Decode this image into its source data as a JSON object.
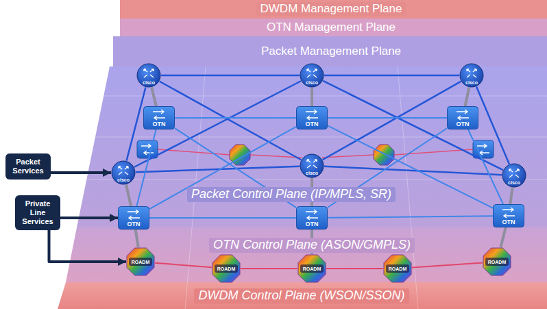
{
  "diagram": {
    "nodes": [
      {
        "text": [
          "DWDM Management Plane"
        ]
      },
      {
        "text": [
          "OTN Management Plane"
        ]
      },
      {
        "text": [
          "Packet Management Plane"
        ]
      },
      {
        "text": [
          "Packet Control Plane (IP/MPLS, SR)"
        ]
      },
      {
        "text": [
          "OTN Control Plane (ASON/GMPLS)"
        ]
      },
      {
        "text": [
          "DWDM Control Plane (WSON/SSON)"
        ]
      },
      {
        "text": [
          "Packet Services"
        ]
      },
      {
        "text": [
          "Private Line Services"
        ]
      },
      {
        "text": [
          "cisco"
        ]
      },
      {
        "text": [
          "cisco"
        ]
      },
      {
        "text": [
          "cisco"
        ]
      },
      {
        "text": [
          "cisco"
        ]
      },
      {
        "text": [
          "cisco"
        ]
      },
      {
        "text": [
          "cisco"
        ]
      },
      {
        "text": [
          "OTN"
        ]
      },
      {
        "text": [
          "OTN"
        ]
      },
      {
        "text": [
          "OTN"
        ]
      },
      {
        "text": [
          "OTN"
        ]
      },
      {
        "text": [
          "OTN"
        ]
      },
      {
        "text": [
          "OTN"
        ]
      },
      {
        "text": [
          "ROADM"
        ]
      },
      {
        "text": [
          "ROADM"
        ]
      },
      {
        "text": [
          "ROADM"
        ]
      },
      {
        "text": [
          "ROADM"
        ]
      },
      {
        "text": [
          "ROADM"
        ]
      }
    ],
    "edges": [
      {
        "from": 6,
        "to": 11,
        "arrow": "to"
      },
      {
        "from": 7,
        "to": 17,
        "arrow": "to"
      },
      {
        "from": 7,
        "to": 20,
        "arrow": "to"
      },
      {
        "from": 8,
        "to": 9,
        "arrow": "none"
      },
      {
        "from": 9,
        "to": 10,
        "arrow": "none"
      },
      {
        "from": 11,
        "to": 12,
        "arrow": "none"
      },
      {
        "from": 12,
        "to": 13,
        "arrow": "none"
      },
      {
        "from": 8,
        "to": 11,
        "arrow": "none"
      },
      {
        "from": 10,
        "to": 13,
        "arrow": "none"
      },
      {
        "from": 8,
        "to": 12,
        "arrow": "none"
      },
      {
        "from": 9,
        "to": 11,
        "arrow": "none"
      },
      {
        "from": 9,
        "to": 13,
        "arrow": "none"
      },
      {
        "from": 10,
        "to": 12,
        "arrow": "none"
      },
      {
        "from": 8,
        "to": 14,
        "arrow": "none"
      },
      {
        "from": 9,
        "to": 15,
        "arrow": "none"
      },
      {
        "from": 10,
        "to": 16,
        "arrow": "none"
      },
      {
        "from": 11,
        "to": 17,
        "arrow": "none"
      },
      {
        "from": 12,
        "to": 18,
        "arrow": "none"
      },
      {
        "from": 13,
        "to": 19,
        "arrow": "none"
      },
      {
        "from": 17,
        "to": 20,
        "arrow": "none"
      },
      {
        "from": 18,
        "to": 22,
        "arrow": "none"
      },
      {
        "from": 19,
        "to": 24,
        "arrow": "none"
      },
      {
        "from": 14,
        "to": 15,
        "arrow": "none"
      },
      {
        "from": 15,
        "to": 16,
        "arrow": "none"
      },
      {
        "from": 17,
        "to": 18,
        "arrow": "none"
      },
      {
        "from": 18,
        "to": 19,
        "arrow": "none"
      },
      {
        "from": 14,
        "to": 17,
        "arrow": "none"
      },
      {
        "from": 16,
        "to": 19,
        "arrow": "none"
      },
      {
        "from": 15,
        "to": 17,
        "arrow": "none"
      },
      {
        "from": 15,
        "to": 19,
        "arrow": "none"
      },
      {
        "from": 14,
        "to": 18,
        "arrow": "none"
      },
      {
        "from": 16,
        "to": 18,
        "arrow": "none"
      },
      {
        "from": 20,
        "to": 21,
        "arrow": "none"
      },
      {
        "from": 21,
        "to": 22,
        "arrow": "none"
      },
      {
        "from": 22,
        "to": 23,
        "arrow": "none"
      },
      {
        "from": 23,
        "to": 24,
        "arrow": "none"
      }
    ]
  }
}
